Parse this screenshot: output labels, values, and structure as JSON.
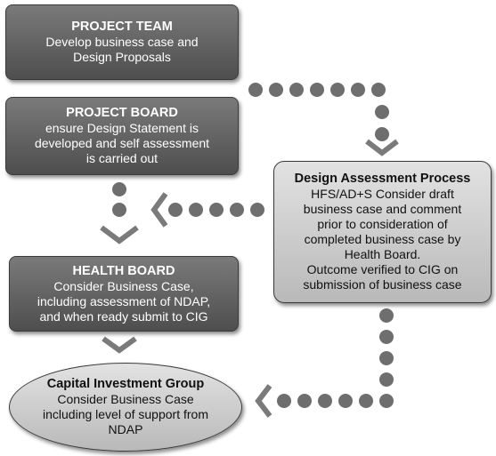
{
  "nodes": {
    "project_team": {
      "title": "PROJECT TEAM",
      "lines": [
        "Develop business case and",
        "Design Proposals"
      ]
    },
    "project_board": {
      "title": "PROJECT BOARD",
      "lines": [
        "ensure Design Statement is",
        "developed and self assessment",
        "is carried out"
      ]
    },
    "health_board": {
      "title": "HEALTH BOARD",
      "lines": [
        "Consider Business Case,",
        "including  assessment of NDAP,",
        "and when ready submit to CIG"
      ]
    },
    "design_assessment": {
      "title": "Design Assessment Process",
      "lines": [
        "HFS/AD+S Consider draft",
        "business case and comment",
        "prior to consideration of",
        "completed business case by",
        "Health Board.",
        "Outcome verified to CIG on",
        "submission of business case"
      ]
    },
    "cig": {
      "title": "Capital Investment Group",
      "lines": [
        "Consider Business Case",
        "including level of support from",
        "NDAP"
      ]
    }
  },
  "colors": {
    "dark_box": "#5a5a5a",
    "light_box": "#cccccc",
    "connector": "#6e6e6e"
  }
}
